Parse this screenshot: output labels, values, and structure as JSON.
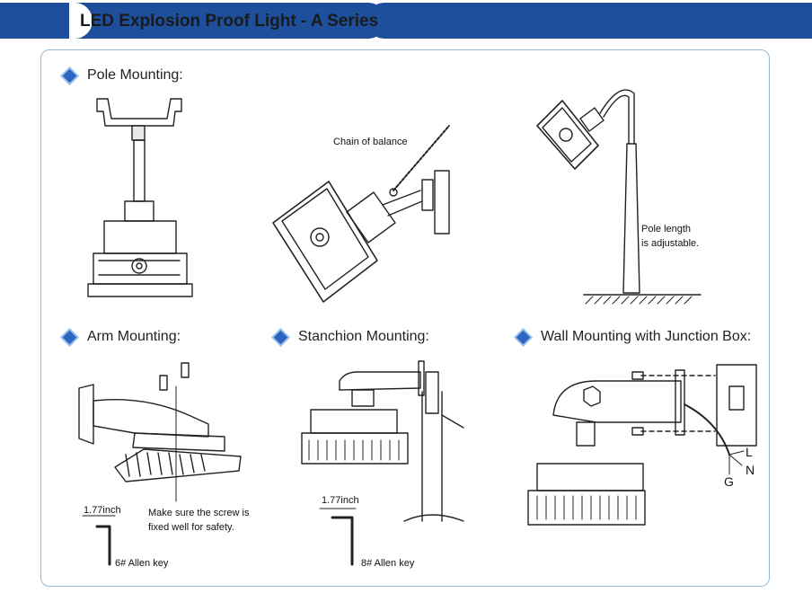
{
  "header": {
    "title": "LED Explosion Proof Light - A Series",
    "accent_color": "#1d4f9c"
  },
  "sections": {
    "pole": "Pole Mounting:",
    "arm": "Arm Mounting:",
    "stanchion": "Stanchion Mounting:",
    "wall": "Wall Mounting with Junction Box:"
  },
  "labels": {
    "chain": "Chain of balance",
    "pole_length_1": "Pole length",
    "pole_length_2": "is adjustable.",
    "arm_dim": "1.77inch",
    "screw_1": "Make sure the screw is",
    "screw_2": "fixed well for safety.",
    "allen_6": "6# Allen key",
    "stan_dim": "1.77inch",
    "allen_8": "8# Allen key",
    "wire_l": "L",
    "wire_n": "N",
    "wire_g": "G"
  },
  "icons": [
    "diamond-bullet-icon"
  ]
}
